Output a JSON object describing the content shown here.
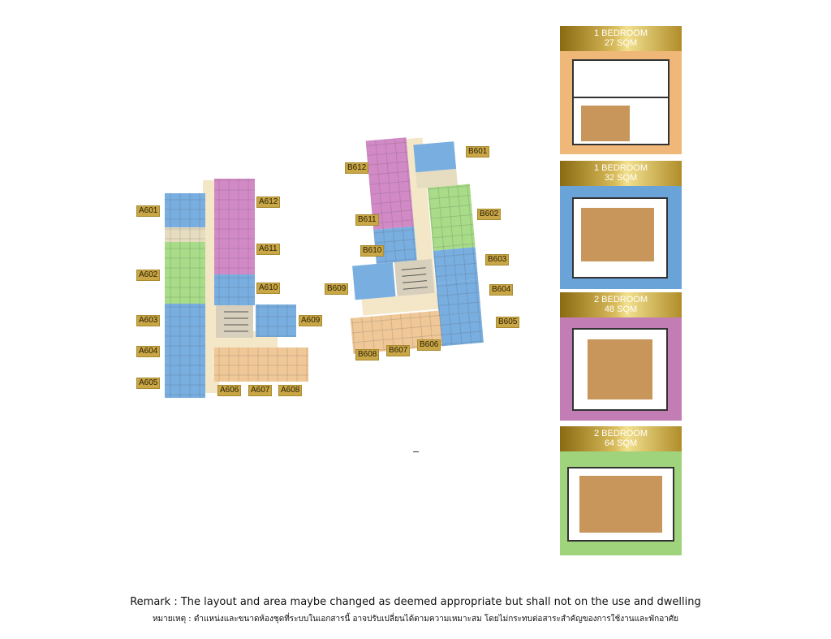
{
  "units": {
    "A601": "A601",
    "A602": "A602",
    "A603": "A603",
    "A604": "A604",
    "A605": "A605",
    "A606": "A606",
    "A607": "A607",
    "A608": "A608",
    "A609": "A609",
    "A610": "A610",
    "A611": "A611",
    "A612": "A612",
    "B601": "B601",
    "B602": "B602",
    "B603": "B603",
    "B604": "B604",
    "B605": "B605",
    "B606": "B606",
    "B607": "B607",
    "B608": "B608",
    "B609": "B609",
    "B610": "B610",
    "B611": "B611",
    "B612": "B612"
  },
  "legend": [
    {
      "type": "1 BEDROOM",
      "size": "27 SQM",
      "color": "#f0b878"
    },
    {
      "type": "1 BEDROOM",
      "size": "32 SQM",
      "color": "#6aa3d8"
    },
    {
      "type": "2 BEDROOM",
      "size": "48 SQM",
      "color": "#c27db4"
    },
    {
      "type": "2 BEDROOM",
      "size": "64 SQM",
      "color": "#9fd47d"
    }
  ],
  "colors": {
    "orange": "#f0c898",
    "blue": "#79aee0",
    "pink": "#d28ac6",
    "green": "#a8dc88",
    "corridor": "#f3e7c8",
    "tag": "#c9a646"
  },
  "remark_en": "Remark : The layout and area maybe changed as deemed appropriate but shall not on the use and dwelling",
  "remark_th": "หมายเหตุ : ตำแหน่งและขนาดห้องชุดที่ระบบในเอกสารนี้ อาจปรับเปลี่ยนได้ตามความเหมาะสม โดยไม่กระทบต่อสาระสำคัญของการใช้งานและพักอาศัย"
}
